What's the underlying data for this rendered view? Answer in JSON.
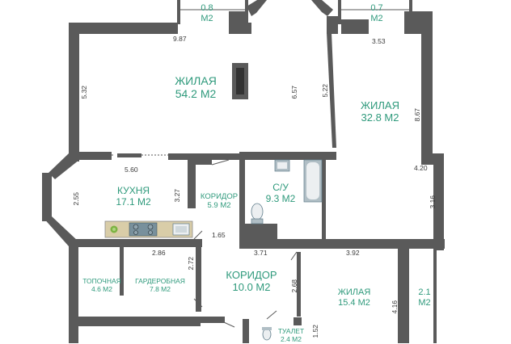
{
  "colors": {
    "wall": "#5a5a5a",
    "room_text": "#2f9a7c",
    "dim_text": "#3a3a3a",
    "fixture": "#cfd8dc"
  },
  "rooms": {
    "balcony_left": {
      "area": "0.8",
      "unit": "М2"
    },
    "balcony_right": {
      "area": "0.7",
      "unit": "М2"
    },
    "living_main": {
      "name": "ЖИЛАЯ",
      "area": "54.2 М2"
    },
    "living_right": {
      "name": "ЖИЛАЯ",
      "area": "32.8 М2"
    },
    "kitchen": {
      "name": "КУХНЯ",
      "area": "17.1 М2"
    },
    "corridor_small": {
      "name": "КОРИДОР",
      "area": "5.9 М2"
    },
    "bathroom": {
      "name": "С/У",
      "area": "9.3 М2"
    },
    "boiler": {
      "name": "ТОПОЧНАЯ",
      "area": "4.6 М2"
    },
    "wardrobe": {
      "name": "ГАРДЕРОБНАЯ",
      "area": "7.8 М2"
    },
    "corridor_big": {
      "name": "КОРИДОР",
      "area": "10.0 М2"
    },
    "living_bottom": {
      "name": "ЖИЛАЯ",
      "area": "15.4 М2"
    },
    "balcony_bottom": {
      "area": "2.1",
      "unit": "М2"
    },
    "toilet": {
      "name": "ТУАЛЕТ",
      "area": "2.4 М2"
    }
  },
  "dimensions": {
    "d_987": "9.87",
    "d_353": "3.53",
    "d_532": "5.32",
    "d_657": "6.57",
    "d_522": "5.22",
    "d_867": "8.67",
    "d_420": "4.20",
    "d_316": "3.16",
    "d_560": "5.60",
    "d_255": "2.55",
    "d_327": "3.27",
    "d_165": "1.65",
    "d_286": "2.86",
    "d_272": "2.72",
    "d_371": "3.71",
    "d_392": "3.92",
    "d_268": "2.68",
    "d_416": "4.16",
    "d_152": "1.52"
  },
  "icons": [
    "stove-icon",
    "sink-icon",
    "bathtub-icon",
    "toilet-icon",
    "plant-icon",
    "fireplace-icon"
  ]
}
